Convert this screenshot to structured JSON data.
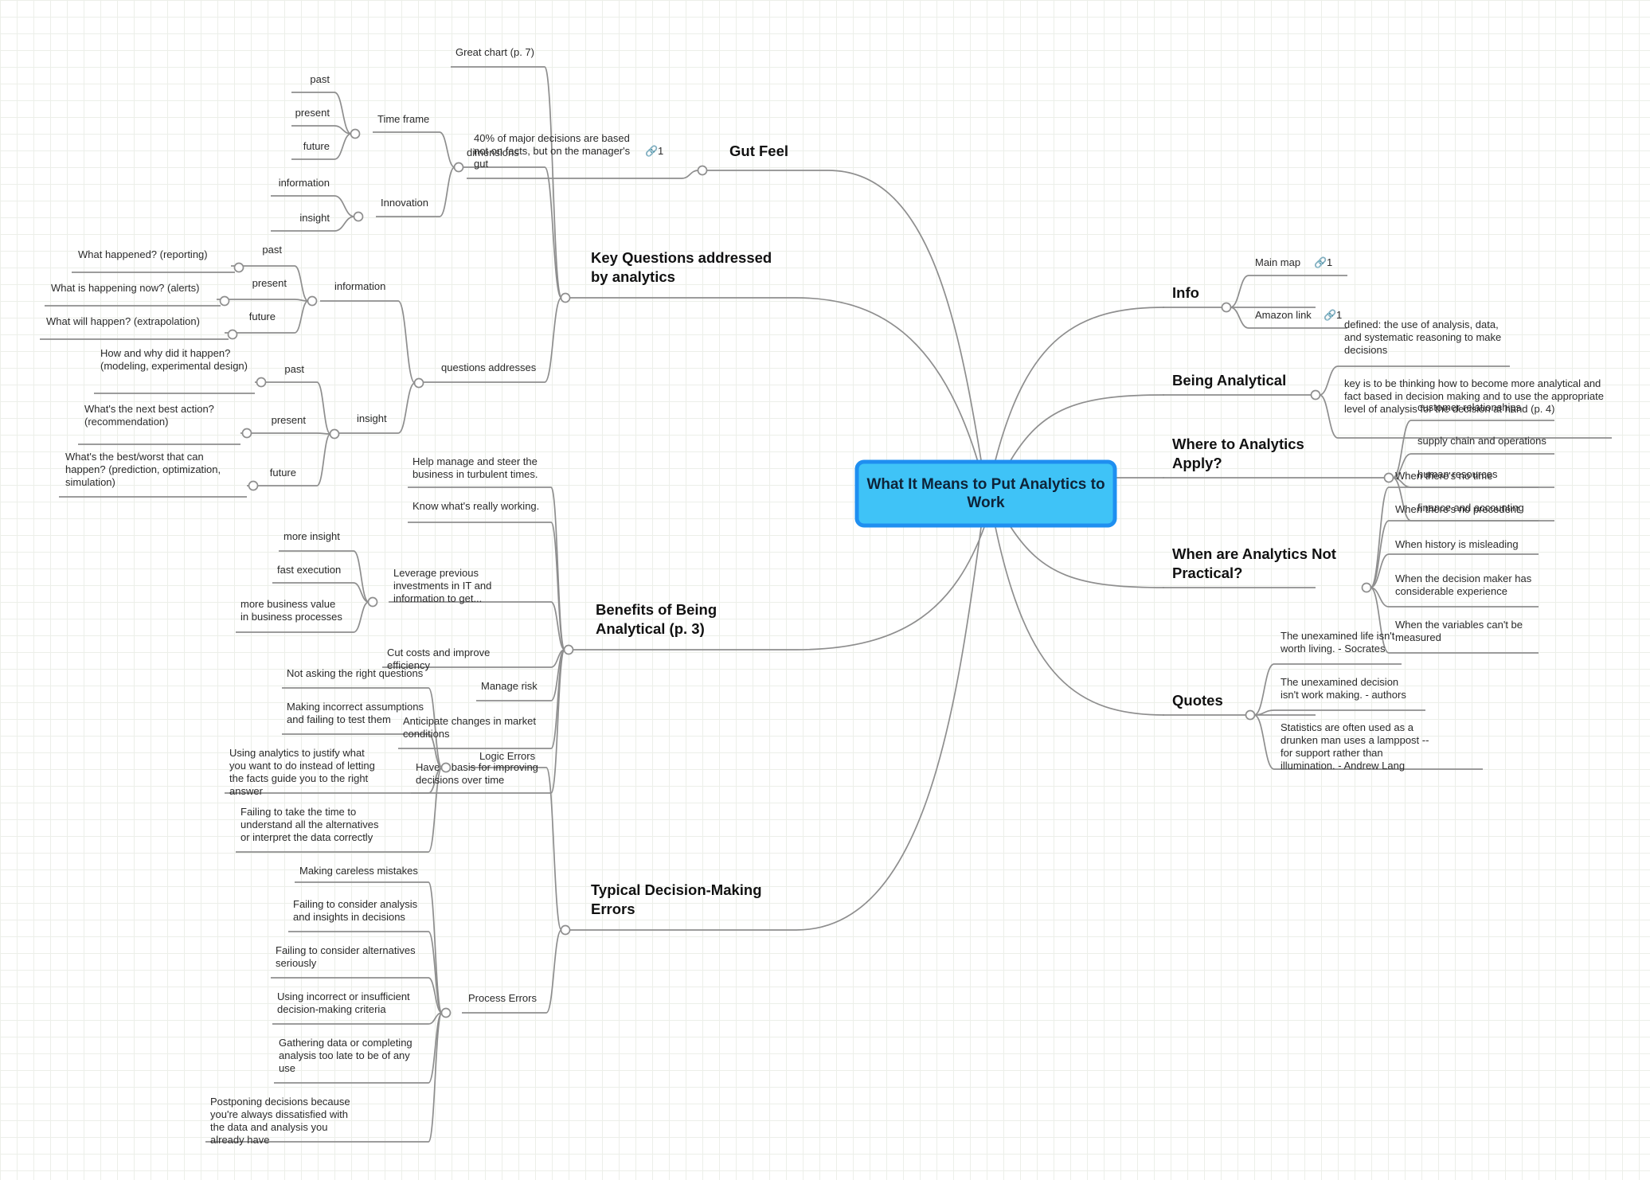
{
  "root": {
    "label": "What It Means to Put Analytics to Work"
  },
  "right_branches": [
    {
      "label": "Info",
      "children": [
        {
          "label": "Main map",
          "link_count": "1"
        },
        {
          "label": "Amazon link",
          "link_count": "1"
        }
      ]
    },
    {
      "label": "Being Analytical",
      "children": [
        {
          "label": "defined: the use of analysis, data, and systematic reasoning to make decisions"
        },
        {
          "label": "key is to be thinking how to become more analytical and fact based in decision making and to use the appropriate level of analysis for the decision at hand (p. 4)"
        }
      ]
    },
    {
      "label": "Where to Analytics Apply?",
      "children": [
        {
          "label": "customer relationships"
        },
        {
          "label": "supply chain and operations"
        },
        {
          "label": "human resources"
        },
        {
          "label": "finance and accounting"
        }
      ]
    },
    {
      "label": "When are Analytics Not Practical?",
      "children": [
        {
          "label": "When there's no time"
        },
        {
          "label": "When there's no precedent"
        },
        {
          "label": "When history is misleading"
        },
        {
          "label": "When the decision maker has considerable experience"
        },
        {
          "label": "When the variables can't be measured"
        }
      ]
    },
    {
      "label": "Quotes",
      "children": [
        {
          "label": "The unexamined life isn't worth living. - Socrates"
        },
        {
          "label": "The unexamined decision isn't work making. - authors"
        },
        {
          "label": "Statistics are often used as a drunken man uses a lamppost -- for support rather than illumination.  - Andrew Lang"
        }
      ]
    }
  ],
  "left_branches": {
    "gut_feel": {
      "label": "Gut Feel",
      "children": [
        {
          "label": "40% of major decisions are based not on facts, but on the manager's gut",
          "link_count": "1"
        }
      ]
    },
    "key_questions": {
      "label": "Key Questions addressed by analytics",
      "children": [
        {
          "label": "Great chart (p. 7)"
        },
        {
          "label": "dimensions",
          "children": [
            {
              "label": "Time frame",
              "children": [
                {
                  "label": "past"
                },
                {
                  "label": "present"
                },
                {
                  "label": "future"
                }
              ]
            },
            {
              "label": "Innovation",
              "children": [
                {
                  "label": "information"
                },
                {
                  "label": "insight"
                }
              ]
            }
          ]
        },
        {
          "label": "questions addresses",
          "children": [
            {
              "label": "information",
              "children": [
                {
                  "label": "past",
                  "children": [
                    {
                      "label": "What happened? (reporting)"
                    }
                  ]
                },
                {
                  "label": "present",
                  "children": [
                    {
                      "label": "What is happening now? (alerts)"
                    }
                  ]
                },
                {
                  "label": "future",
                  "children": [
                    {
                      "label": "What will happen? (extrapolation)"
                    }
                  ]
                }
              ]
            },
            {
              "label": "insight",
              "children": [
                {
                  "label": "past",
                  "children": [
                    {
                      "label": "How and why did it happen? (modeling, experimental design)"
                    }
                  ]
                },
                {
                  "label": "present",
                  "children": [
                    {
                      "label": "What's the next best action? (recommendation)"
                    }
                  ]
                },
                {
                  "label": "future",
                  "children": [
                    {
                      "label": "What's the best/worst that can happen? (prediction, optimization, simulation)"
                    }
                  ]
                }
              ]
            }
          ]
        }
      ]
    },
    "benefits": {
      "label": "Benefits of Being Analytical (p. 3)",
      "children": [
        {
          "label": "Help manage and steer the business in turbulent times."
        },
        {
          "label": "Know what's really working."
        },
        {
          "label": "Leverage previous investments in IT and information to get...",
          "children": [
            {
              "label": "more insight"
            },
            {
              "label": "fast execution"
            },
            {
              "label": "more business value in business processes"
            }
          ]
        },
        {
          "label": "Cut costs and improve efficiency"
        },
        {
          "label": "Manage risk"
        },
        {
          "label": "Anticipate changes in market conditions"
        },
        {
          "label": "Have a basis for improving decisions over time"
        }
      ]
    },
    "errors": {
      "label": "Typical Decision-Making Errors",
      "children": [
        {
          "label": "Logic Errors",
          "children": [
            {
              "label": "Not asking the right questions"
            },
            {
              "label": "Making incorrect assumptions and failing to test them"
            },
            {
              "label": "Using analytics to justify what you want to do instead of letting the facts guide you to the right answer"
            },
            {
              "label": "Failing to take the time to understand all the alternatives or interpret the data correctly"
            }
          ]
        },
        {
          "label": "Process Errors",
          "children": [
            {
              "label": "Making careless mistakes"
            },
            {
              "label": "Failing to consider analysis and insights in decisions"
            },
            {
              "label": "Failing to consider alternatives seriously"
            },
            {
              "label": "Using incorrect or insufficient decision-making criteria"
            },
            {
              "label": "Gathering data or completing analysis too late to be of any use"
            },
            {
              "label": "Postponing decisions because you're always dissatisfied with the data and analysis you already have"
            }
          ]
        }
      ]
    }
  },
  "colors": {
    "root_fill": "#3fc3f7",
    "root_border": "#1f8ff0",
    "connector": "#8e8e8e",
    "text": "#2a2a2a",
    "grid": "#ecefe9"
  },
  "icons": {
    "link": "link-icon",
    "collapse": "collapse-toggle-icon"
  }
}
